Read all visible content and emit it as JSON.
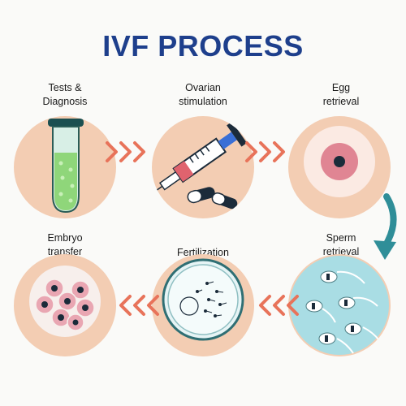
{
  "title": "IVF PROCESS",
  "steps": [
    {
      "label": "Tests &\nDiagnosis",
      "icon": "test-tube-icon"
    },
    {
      "label": "Ovarian\nstimulation",
      "icon": "syringe-icon"
    },
    {
      "label": "Egg\nretrieval",
      "icon": "egg-icon"
    },
    {
      "label": "Sperm\nretrieval",
      "icon": "sperm-icon"
    },
    {
      "label": "Fertilization",
      "icon": "petri-dish-icon"
    },
    {
      "label": "Embryo\ntransfer",
      "icon": "embryo-icon"
    }
  ],
  "colors": {
    "title": "#1e3f8c",
    "circle": "#f3cdb3",
    "chevron": "#e8735a",
    "curve_arrow": "#2f8e98"
  }
}
